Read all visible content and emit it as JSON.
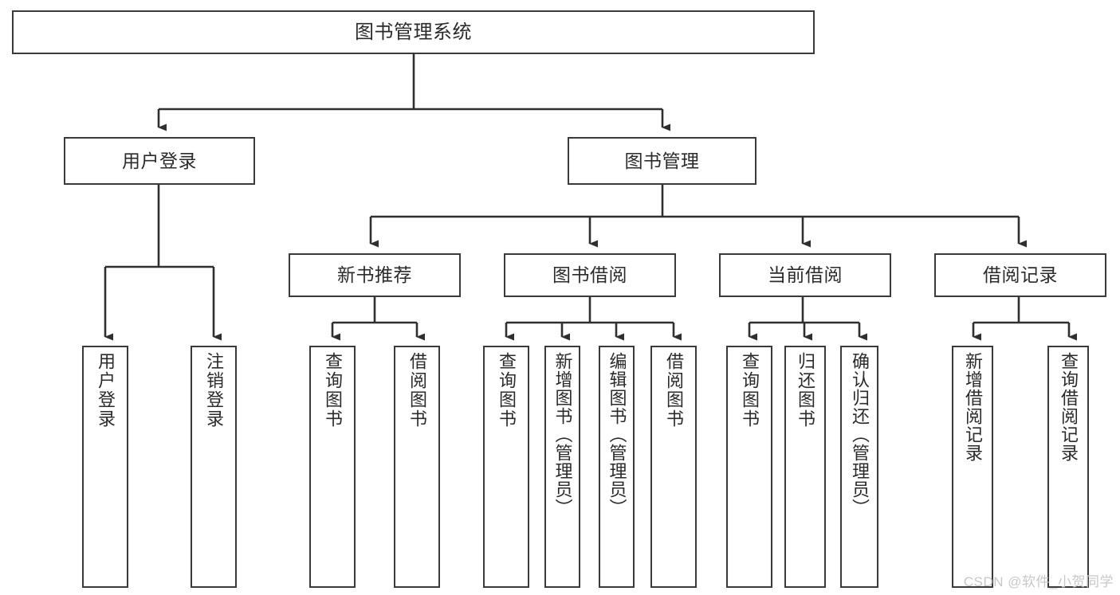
{
  "diagram": {
    "type": "tree",
    "title": "图书管理系统",
    "watermark": "CSDN @软件_小贺同学",
    "colors": {
      "stroke": "#3a3a3a",
      "fill": "#ffffff",
      "text": "#2b2b2b",
      "watermark": "#c8c8c8"
    },
    "nodes": {
      "root": {
        "label": "图书管理系统"
      },
      "level2": [
        {
          "id": "user-login",
          "label": "用户登录"
        },
        {
          "id": "book-manage",
          "label": "图书管理"
        }
      ],
      "level3": [
        {
          "id": "new-book-rec",
          "label": "新书推荐"
        },
        {
          "id": "book-borrow",
          "label": "图书借阅"
        },
        {
          "id": "current-borrow",
          "label": "当前借阅"
        },
        {
          "id": "borrow-record",
          "label": "借阅记录"
        }
      ],
      "leaves": {
        "user_login": [
          {
            "id": "leaf-user-login",
            "label": "用户登录"
          },
          {
            "id": "leaf-logout-login",
            "label": "注销登录"
          }
        ],
        "new_book_rec": [
          {
            "id": "leaf-query-book-1",
            "label": "查询图书"
          },
          {
            "id": "leaf-borrow-book-1",
            "label": "借阅图书"
          }
        ],
        "book_borrow": [
          {
            "id": "leaf-query-book-2",
            "label": "查询图书"
          },
          {
            "id": "leaf-add-book",
            "label": "新增图书（管理员）"
          },
          {
            "id": "leaf-edit-book",
            "label": "编辑图书（管理员）"
          },
          {
            "id": "leaf-borrow-book-2",
            "label": "借阅图书"
          }
        ],
        "current_borrow": [
          {
            "id": "leaf-query-book-3",
            "label": "查询图书"
          },
          {
            "id": "leaf-return-book",
            "label": "归还图书"
          },
          {
            "id": "leaf-confirm-return",
            "label": "确认归还（管理员）"
          }
        ],
        "borrow_record": [
          {
            "id": "leaf-add-record",
            "label": "新增借阅记录"
          },
          {
            "id": "leaf-query-record",
            "label": "查询借阅记录"
          }
        ]
      }
    },
    "edges": [
      {
        "from": "root",
        "to": "user-login"
      },
      {
        "from": "root",
        "to": "book-manage"
      },
      {
        "from": "book-manage",
        "to": "new-book-rec"
      },
      {
        "from": "book-manage",
        "to": "book-borrow"
      },
      {
        "from": "book-manage",
        "to": "current-borrow"
      },
      {
        "from": "book-manage",
        "to": "borrow-record"
      },
      {
        "from": "user-login",
        "to": "leaf-user-login"
      },
      {
        "from": "user-login",
        "to": "leaf-logout-login"
      },
      {
        "from": "new-book-rec",
        "to": "leaf-query-book-1"
      },
      {
        "from": "new-book-rec",
        "to": "leaf-borrow-book-1"
      },
      {
        "from": "book-borrow",
        "to": "leaf-query-book-2"
      },
      {
        "from": "book-borrow",
        "to": "leaf-add-book"
      },
      {
        "from": "book-borrow",
        "to": "leaf-edit-book"
      },
      {
        "from": "book-borrow",
        "to": "leaf-borrow-book-2"
      },
      {
        "from": "current-borrow",
        "to": "leaf-query-book-3"
      },
      {
        "from": "current-borrow",
        "to": "leaf-return-book"
      },
      {
        "from": "current-borrow",
        "to": "leaf-confirm-return"
      },
      {
        "from": "borrow-record",
        "to": "leaf-add-record"
      },
      {
        "from": "borrow-record",
        "to": "leaf-query-record"
      }
    ]
  }
}
